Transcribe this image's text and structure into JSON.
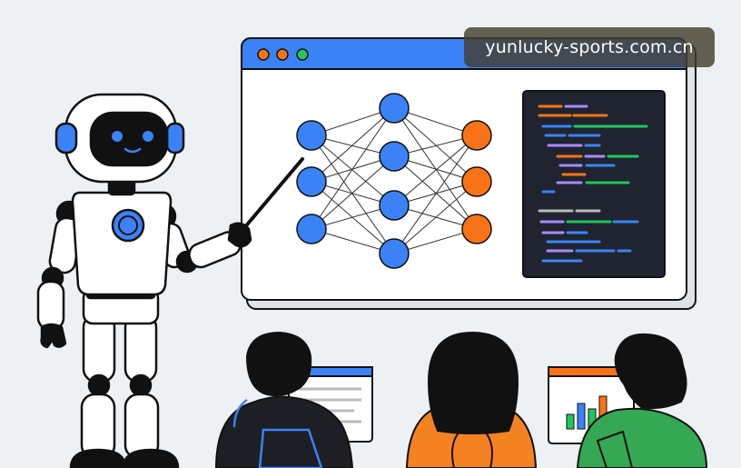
{
  "watermark": {
    "text": "yunlucky-sports.com.cn"
  },
  "colors": {
    "background": "#eef1f4",
    "accent_blue": "#3b82f6",
    "node_orange": "#f97316",
    "code_panel": "#1f2430",
    "sweater_orange": "#f58220",
    "sweater_green": "#34a853",
    "ink": "#111111"
  },
  "icons": {
    "robot": "robot-illustration",
    "window_controls": "traffic-light-dots",
    "network": "neural-network-diagram",
    "code": "code-editor-lines",
    "bar_chart": "mini-bar-chart"
  }
}
